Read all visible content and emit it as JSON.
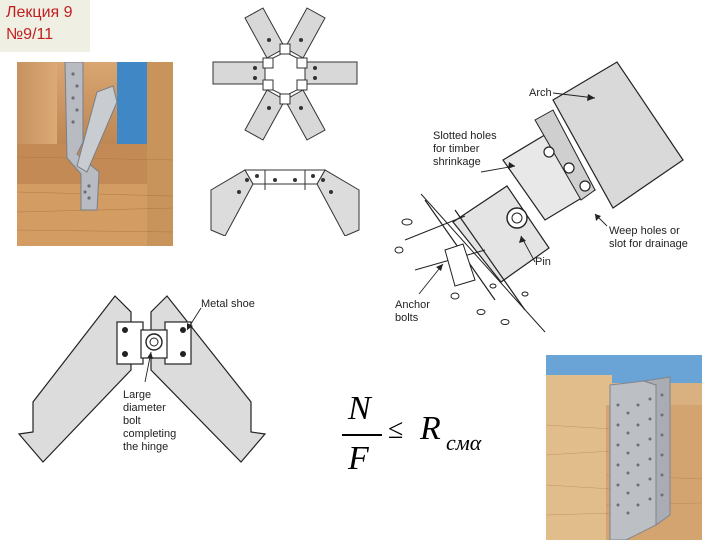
{
  "slide": {
    "lecture_label": "Лекция 9",
    "slide_number": "№9/11"
  },
  "labels": {
    "arch": "Arch",
    "slotted_1": "Slotted holes",
    "slotted_2": "for timber",
    "slotted_3": "shrinkage",
    "weep_1": "Weep holes or",
    "weep_2": "slot for drainage",
    "pin": "Pin",
    "anchor_1": "Anchor",
    "anchor_2": "bolts",
    "metal_shoe": "Metal shoe",
    "bolt_1": "Large",
    "bolt_2": "diameter",
    "bolt_3": "bolt",
    "bolt_4": "completing",
    "bolt_5": "the hinge"
  },
  "formula": {
    "numerator": "N",
    "denominator": "F",
    "relation": "≤",
    "rhs": "R",
    "rhs_subscript": "смα"
  }
}
